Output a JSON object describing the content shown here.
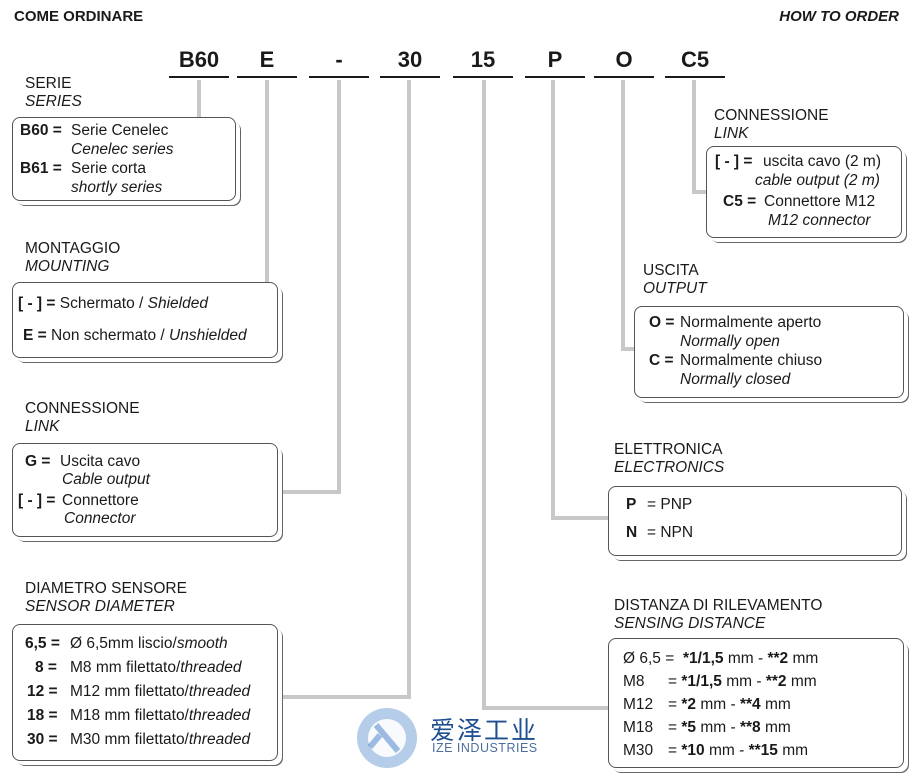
{
  "header": {
    "left": "COME ORDINARE",
    "right": "HOW TO ORDER"
  },
  "codes": [
    "B60",
    "E",
    "-",
    "30",
    "15",
    "P",
    "O",
    "C5"
  ],
  "serie": {
    "title_it": "SERIE",
    "title_en": "SERIES",
    "r1_code": "B60 =",
    "r1_it": "Serie Cenelec",
    "r1_en": "Cenelec series",
    "r2_code": "B61 =",
    "r2_it": "Serie corta",
    "r2_en": "shortly series"
  },
  "montaggio": {
    "title_it": "MONTAGGIO",
    "title_en": "MOUNTING",
    "r1_code": "[ - ] =",
    "r1_it": "Schermato /",
    "r1_en": "Shielded",
    "r2_code": "E  =",
    "r2_it": "Non schermato /",
    "r2_en": "Unshielded"
  },
  "connessione_left": {
    "title_it": "CONNESSIONE",
    "title_en": "LINK",
    "r1_code": "G  =",
    "r1_it": "Uscita cavo",
    "r1_en": "Cable output",
    "r2_code": "[ - ] =",
    "r2_it": "Connettore",
    "r2_en": "Connector"
  },
  "diametro": {
    "title_it": "DIAMETRO SENSORE",
    "title_en": "SENSOR DIAMETER",
    "rows": [
      {
        "code": "6,5 =",
        "it": "Ø 6,5mm liscio/",
        "en": "smooth"
      },
      {
        "code": "8 =",
        "it": "M8  mm filettato/",
        "en": "threaded"
      },
      {
        "code": "12 =",
        "it": "M12 mm filettato/",
        "en": "threaded"
      },
      {
        "code": "18 =",
        "it": "M18 mm filettato/",
        "en": "threaded"
      },
      {
        "code": "30 =",
        "it": "M30 mm filettato/",
        "en": "threaded"
      }
    ]
  },
  "connessione_right": {
    "title_it": "CONNESSIONE",
    "title_en": "LINK",
    "r1_code": "[ - ] =",
    "r1_it": "uscita cavo (2 m)",
    "r1_en": "cable output (2 m)",
    "r2_code": "C5 =",
    "r2_it": "Connettore M12",
    "r2_en": "M12 connector"
  },
  "uscita": {
    "title_it": "USCITA",
    "title_en": "OUTPUT",
    "r1_code": "O =",
    "r1_it": "Normalmente aperto",
    "r1_en": "Normally open",
    "r2_code": "C =",
    "r2_it": "Normalmente chiuso",
    "r2_en": "Normally closed"
  },
  "elettronica": {
    "title_it": "ELETTRONICA",
    "title_en": "ELECTRONICS",
    "r1_code": "P",
    "r1_val": "= PNP",
    "r2_code": "N",
    "r2_val": "= NPN"
  },
  "distanza": {
    "title_it": "DISTANZA DI RILEVAMENTO",
    "title_en": "SENSING DISTANCE",
    "rows": [
      {
        "size": "Ø 6,5 =",
        "a": "*1/1,5",
        "mid": "mm -",
        "b": "**2",
        "unit": "mm"
      },
      {
        "size": "M8",
        "eq": "=",
        "a": "*1/1,5",
        "mid": "mm -",
        "b": "**2",
        "unit": "mm"
      },
      {
        "size": "M12",
        "eq": "=",
        "a": "*2",
        "mid": "mm -",
        "b": "**4",
        "unit": "mm"
      },
      {
        "size": "M18",
        "eq": "=",
        "a": "*5",
        "mid": "mm -",
        "b": "**8",
        "unit": "mm"
      },
      {
        "size": "M30",
        "eq": "=",
        "a": "*10",
        "mid": "mm -",
        "b": "**15",
        "unit": "mm"
      }
    ]
  },
  "watermark": {
    "cn": "爱泽工业",
    "en": "IZE INDUSTRIES"
  }
}
